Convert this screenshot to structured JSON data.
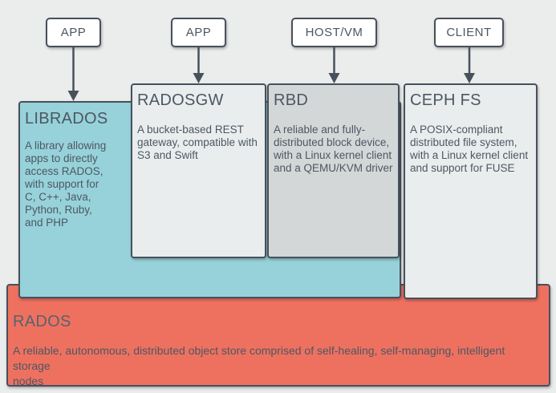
{
  "diagram": {
    "background_color": "#ebecec",
    "stroke_color": "#47515c",
    "text_color": "#4d5762",
    "top_nodes": [
      {
        "label": "APP"
      },
      {
        "label": "APP"
      },
      {
        "label": "HOST/VM"
      },
      {
        "label": "CLIENT"
      }
    ],
    "boxes": {
      "librados": {
        "title": "LIBRADOS",
        "body": "A library allowing\napps to directly\naccess RADOS,\nwith support for\nC, C++, Java,\nPython, Ruby,\nand PHP",
        "fill": "#97d2da"
      },
      "radosgw": {
        "title": "RADOSGW",
        "body": "A bucket-based REST\ngateway, compatible with\nS3 and Swift",
        "fill": "#e9edee"
      },
      "rbd": {
        "title": "RBD",
        "body": "A reliable and fully-\ndistributed block device,\nwith a Linux kernel client\nand a QEMU/KVM driver",
        "fill": "#d4d7d8"
      },
      "cephfs": {
        "title": "CEPH FS",
        "body": "A POSIX-compliant\ndistributed file system,\nwith a Linux kernel client\nand support for FUSE",
        "fill": "#e9edee"
      },
      "rados": {
        "title": "RADOS",
        "body": "A reliable, autonomous, distributed object store comprised of self-healing, self-managing, intelligent storage\nnodes",
        "fill": "#ee7160"
      }
    }
  }
}
